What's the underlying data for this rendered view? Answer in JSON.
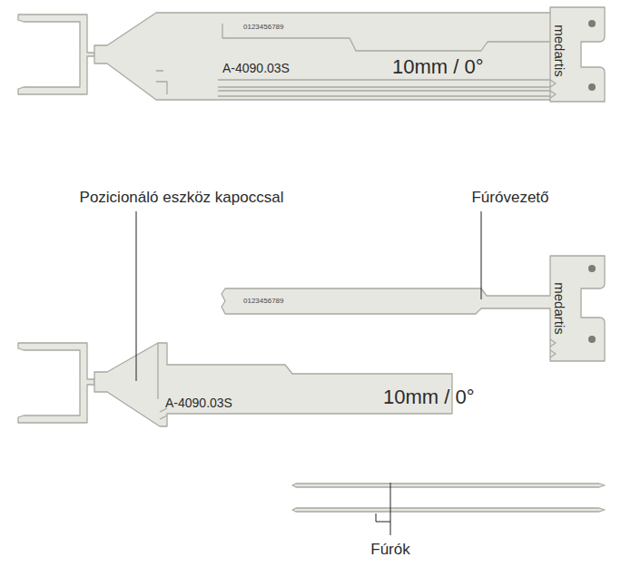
{
  "diagram": {
    "labels": [
      "0123456789",
      "A-4090.03S",
      "10mm / 0°",
      "medartis",
      "Pozicionáló eszköz kapoccsal",
      "Fúróvezető",
      "0123456789",
      "medartis",
      "A-4090.03S",
      "10mm / 0°",
      "Fúrók"
    ]
  }
}
